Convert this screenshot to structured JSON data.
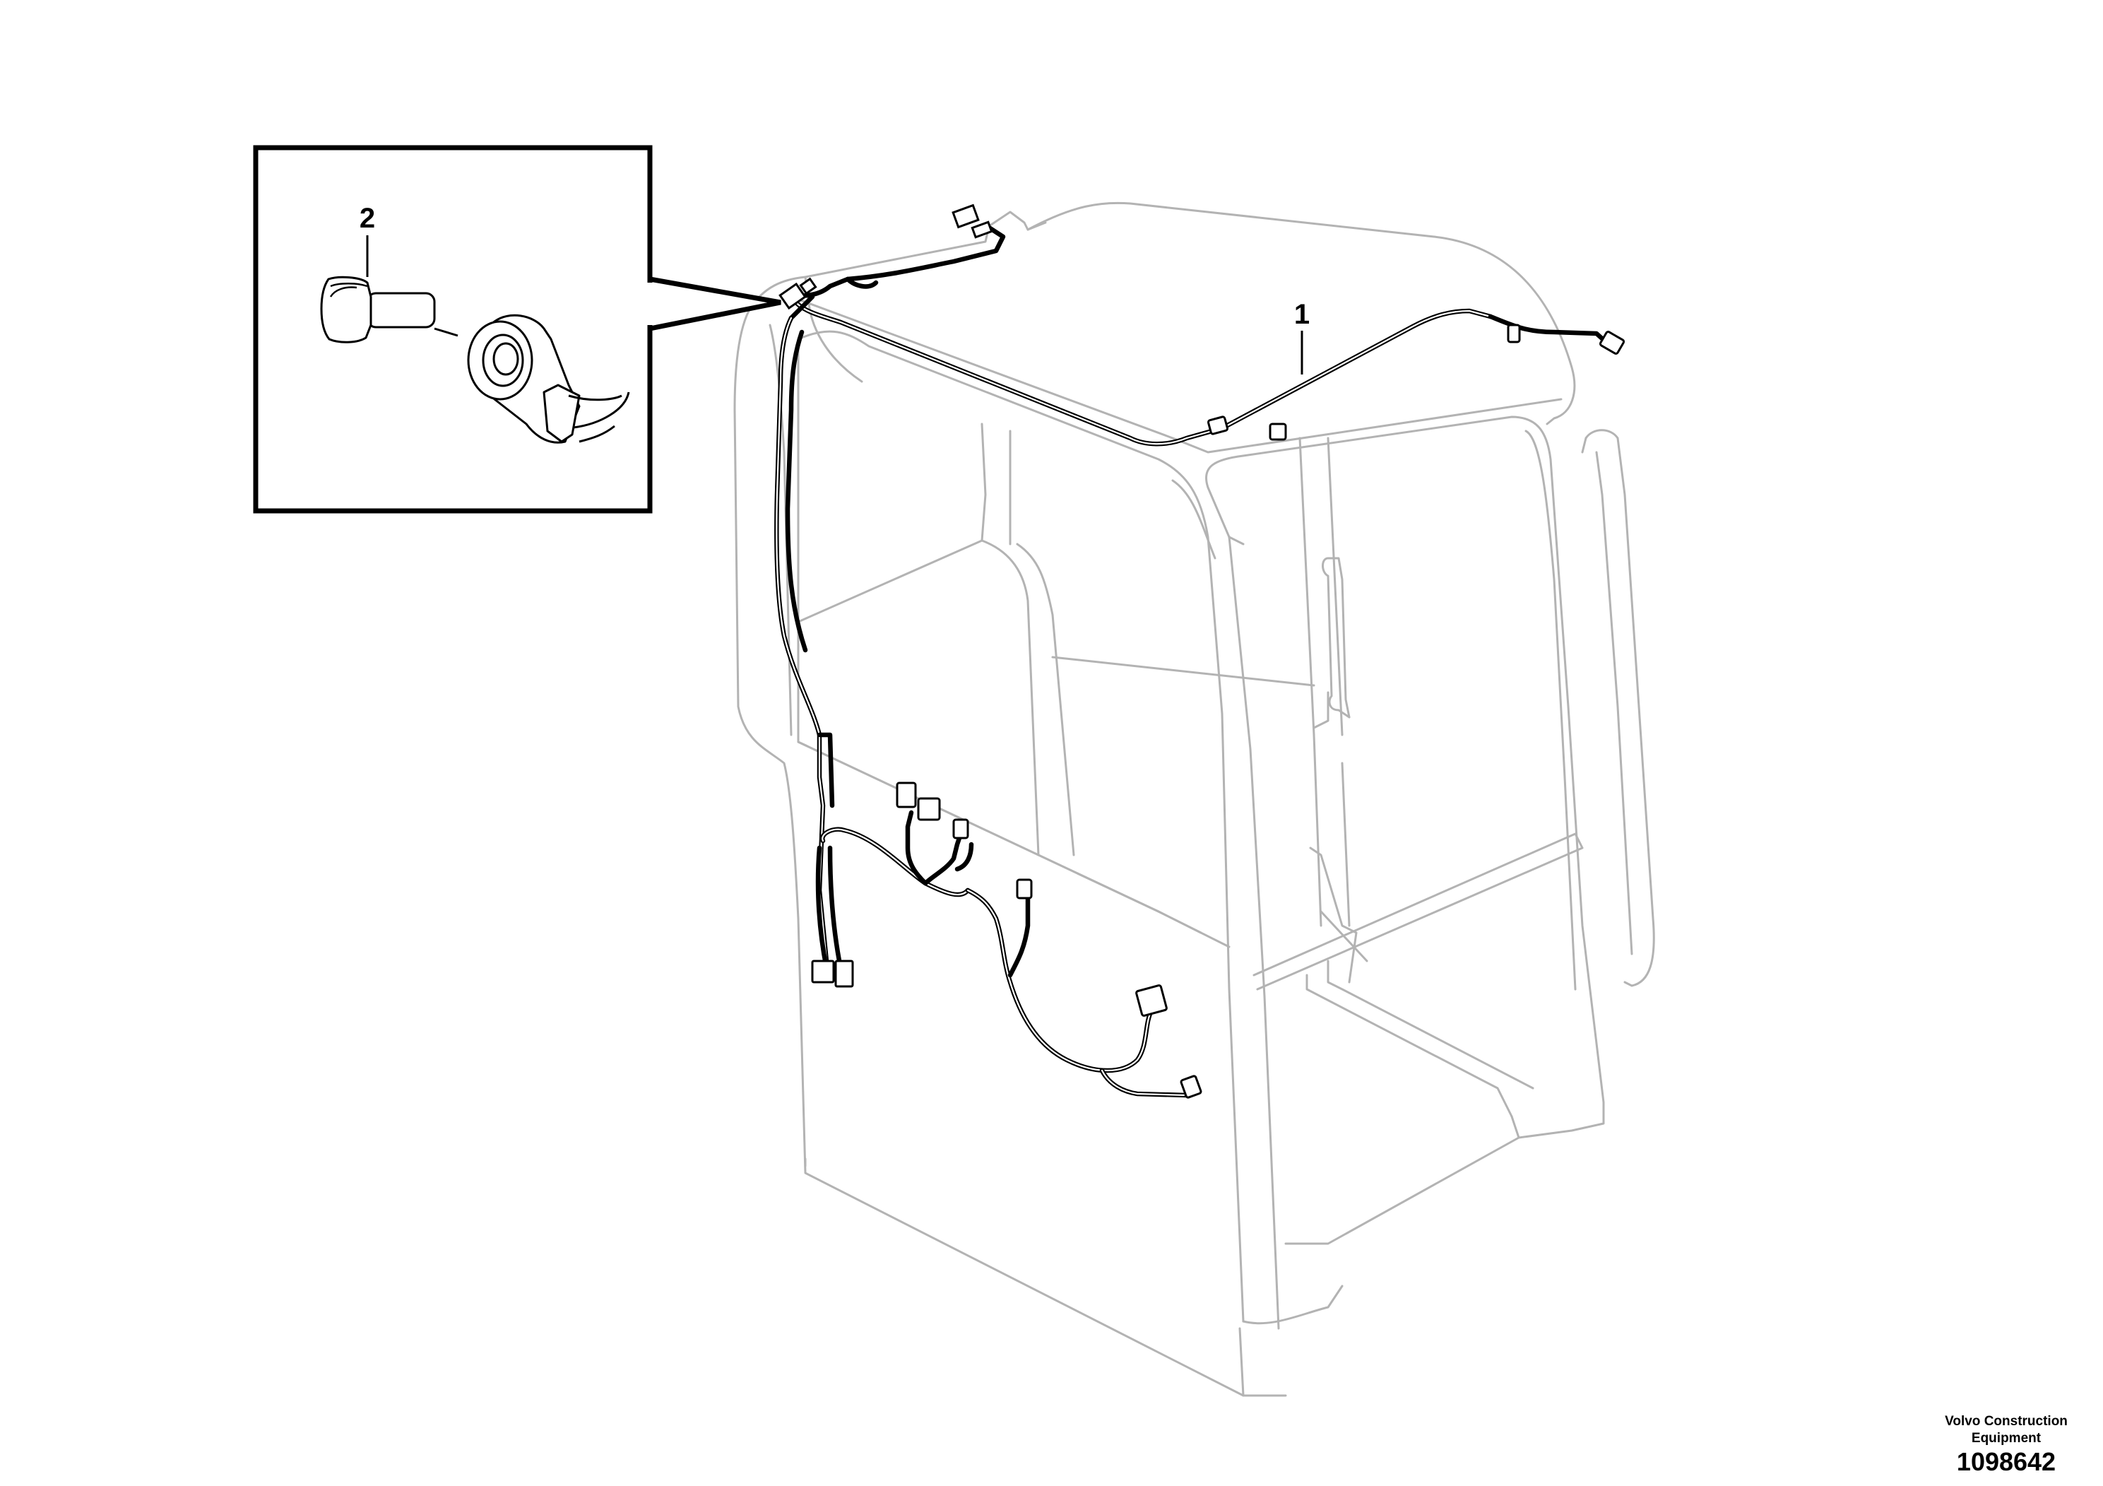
{
  "callouts": {
    "item_1": "1",
    "item_2": "2"
  },
  "footer": {
    "brand_line_1": "Volvo Construction",
    "brand_line_2": "Equipment",
    "document_number": "1098642"
  },
  "colors": {
    "cab_outline": "#b3b3b3",
    "harness": "#000000",
    "background": "#ffffff"
  }
}
